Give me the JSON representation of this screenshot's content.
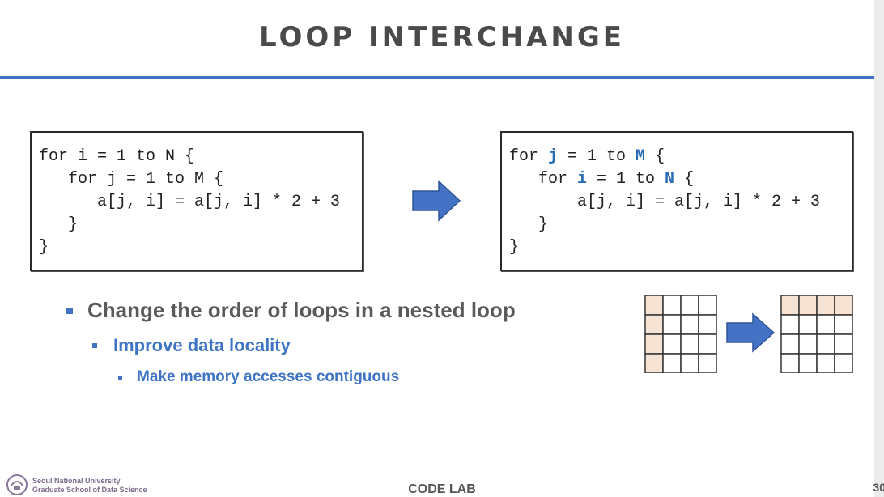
{
  "slide": {
    "title": "LOOP INTERCHANGE",
    "accent_color": "#3e74c3",
    "page_number": "30"
  },
  "code_before": {
    "lines": [
      "for i = 1 to N {",
      "   for j = 1 to M {",
      "      a[j, i] = a[j, i] * 2 + 3",
      "   }",
      "}"
    ]
  },
  "code_after": {
    "line1": {
      "p1": "for ",
      "v1": "j",
      "p2": " = 1 to ",
      "v2": "M",
      "p3": " {"
    },
    "line2": {
      "p1": "   for ",
      "v1": "i",
      "p2": " = 1 to ",
      "v2": "N",
      "p3": " {"
    },
    "line3": "       a[j, i] = a[j, i] * 2 + 3",
    "line4": "   }",
    "line5": "}"
  },
  "bullets": {
    "level1": "Change the order of loops in a nested loop",
    "level2": "Improve data locality",
    "level3": "Make memory accesses contiguous"
  },
  "grid_diagram": {
    "rows": 4,
    "cols": 4,
    "highlight_color": "#f7e3d3",
    "before_highlight": "first column",
    "after_highlight": "first row"
  },
  "footer": {
    "university": "Seoul National University",
    "school": "Graduate School of Data Science",
    "center": "CODE LAB",
    "logo_icon": "snu-emblem-icon"
  }
}
